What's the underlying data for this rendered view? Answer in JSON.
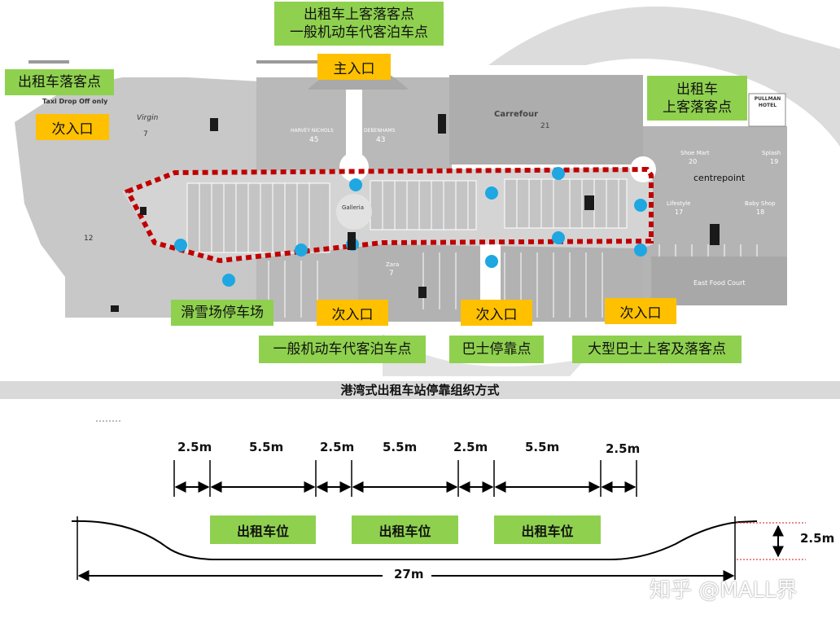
{
  "map": {
    "top_label": [
      "出租车上客落客点",
      "一般机动车代客泊车点"
    ],
    "main_entrance": "主入口",
    "taxi_dropoff": "出租车落客点",
    "taxi_dropoff_en": "Taxi Drop Off only",
    "left_entrance": "次入口",
    "right_taxi": [
      "出租车",
      "上客落客点"
    ],
    "hotel": [
      "PULLMAN",
      "HOTEL"
    ],
    "ski_parking": "滑雪场停车场",
    "bottom_entrances": [
      "次入口",
      "次入口",
      "次入口"
    ],
    "valet_parking": "一般机动车代客泊车点",
    "bus_stop": "巴士停靠点",
    "large_bus": "大型巴士上客及落客点",
    "stores": {
      "carrefour": "Carrefour",
      "carrefour_num": "21",
      "harvey": "HARVEY NICHOLS",
      "harvey_num": "45",
      "debenhams": "DEBENHAMS",
      "debenhams_num": "43",
      "virgin": "Virgin",
      "virgin_num": "7",
      "ski_num": "12",
      "galleria": "Galleria",
      "zara": "Zara",
      "zara_num": "7",
      "centrepoint": "centrepoint",
      "shoe_mart": "Shoe Mart",
      "shoe_num": "20",
      "splash": "Splash",
      "splash_num": "19",
      "lifestyle": "Lifestyle",
      "lifestyle_num": "17",
      "baby_shop": "Baby Shop",
      "baby_num": "18",
      "food_court": "East Food Court"
    }
  },
  "section_title": "港湾式出租车站停靠组织方式",
  "dims": [
    "2.5m",
    "5.5m",
    "2.5m",
    "5.5m",
    "2.5m",
    "5.5m",
    "2.5m"
  ],
  "taxi_spots": [
    "出租车位",
    "出租车位",
    "出租车位"
  ],
  "depth": "2.5m",
  "total": "27m",
  "watermark": "知乎 @MALL界",
  "colors": {
    "green": "#8fd14f",
    "yellow": "#ffc000",
    "route": "#c00000",
    "dot": "#1ea7e1"
  }
}
